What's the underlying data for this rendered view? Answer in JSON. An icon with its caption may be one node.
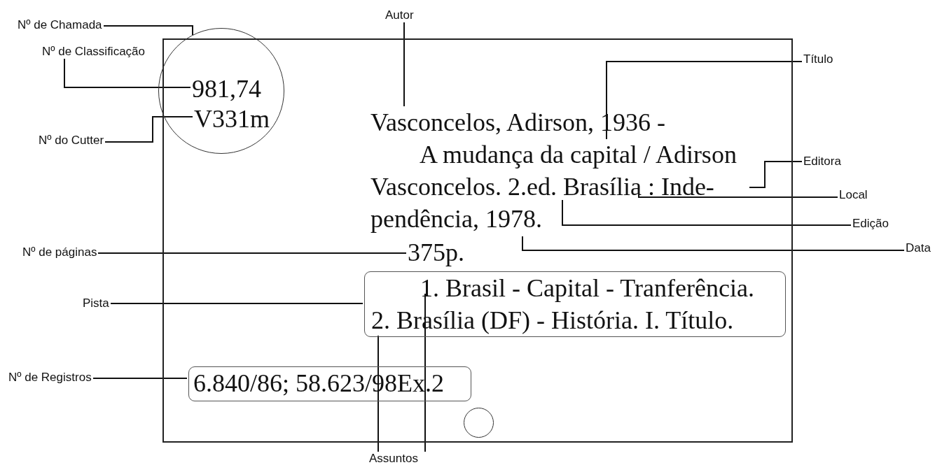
{
  "diagram": {
    "nodes": [
      {
        "text": [
          "Nº de Chamada"
        ]
      },
      {
        "text": [
          "Nº de Classificação"
        ]
      },
      {
        "text": [
          "Nº do Cutter"
        ]
      },
      {
        "text": [
          "Autor"
        ]
      },
      {
        "text": [],
        "shape": "box"
      },
      {
        "text": [],
        "shape": "circle"
      },
      {
        "text": [
          "981,74"
        ],
        "in": 5
      },
      {
        "text": [
          "V331m"
        ],
        "in": 5
      },
      {
        "text": [
          "Vasconcelos, Adirson, 1936 -"
        ],
        "in": 4
      },
      {
        "text": [
          "A mudança da capital / Adirson Vasconcelos. 2.ed. Brasília : Inde- pendência, 1978."
        ],
        "in": 4
      },
      {
        "text": [
          "375p."
        ],
        "in": 4
      },
      {
        "text": [],
        "shape": "box",
        "in": 4
      },
      {
        "text": [
          "1. Brasil - Capital - Tranferência."
        ],
        "in": 11
      },
      {
        "text": [
          "2. Brasília (DF) - História. I. Título."
        ],
        "in": 11
      },
      {
        "text": [
          "6.840/86; 58.623/98Ex.2"
        ],
        "in": 4
      },
      {
        "text": [],
        "shape": "circle",
        "in": 4
      },
      {
        "text": [
          "Título"
        ]
      },
      {
        "text": [
          "Editora"
        ]
      },
      {
        "text": [
          "Local"
        ]
      },
      {
        "text": [
          "Edição"
        ]
      },
      {
        "text": [
          "Data"
        ]
      },
      {
        "text": [
          "Nº de páginas"
        ]
      },
      {
        "text": [
          "Pista"
        ]
      },
      {
        "text": [
          "Nº de Registros"
        ]
      },
      {
        "text": [
          "Assuntos"
        ]
      }
    ],
    "edges": [
      {
        "from": 0,
        "to": 5,
        "arrow": "none"
      },
      {
        "from": 1,
        "to": 6,
        "arrow": "none"
      },
      {
        "from": 2,
        "to": 7,
        "arrow": "none"
      },
      {
        "from": 3,
        "to": 8,
        "arrow": "none"
      },
      {
        "from": 16,
        "to": 9,
        "arrow": "none"
      },
      {
        "from": 17,
        "to": 9,
        "arrow": "none"
      },
      {
        "from": 18,
        "to": 9,
        "arrow": "none"
      },
      {
        "from": 19,
        "to": 9,
        "arrow": "none"
      },
      {
        "from": 20,
        "to": 9,
        "arrow": "none"
      },
      {
        "from": 21,
        "to": 10,
        "arrow": "none"
      },
      {
        "from": 22,
        "to": 11,
        "arrow": "none"
      },
      {
        "from": 23,
        "to": 14,
        "arrow": "none"
      },
      {
        "from": 24,
        "to": 11,
        "arrow": "none"
      },
      {
        "from": 24,
        "to": 12,
        "arrow": "none"
      }
    ]
  }
}
